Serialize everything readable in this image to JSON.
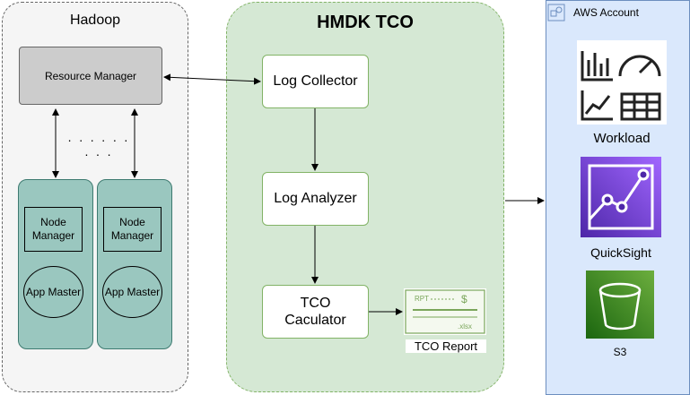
{
  "hadoop": {
    "title": "Hadoop",
    "resource_manager": "Resource Manager",
    "dots": "· · · · · · · · ·",
    "nodes": [
      {
        "node_manager": "Node Manager",
        "app_master": "App Master"
      },
      {
        "node_manager": "Node Manager",
        "app_master": "App Master"
      }
    ]
  },
  "hmdk": {
    "title": "HMDK TCO",
    "log_collector": "Log Collector",
    "log_analyzer": "Log Analyzer",
    "tco_calculator": "TCO Caculator",
    "report": {
      "label": "TCO Report",
      "doc_tag": "RPT",
      "doc_symbol": "$",
      "doc_ext": ".xlsx"
    }
  },
  "aws": {
    "account_label": "AWS Account",
    "services": [
      {
        "label": "Workload",
        "icon": "workload-icon"
      },
      {
        "label": "QuickSight",
        "icon": "quicksight-icon",
        "color": "#8c4fff"
      },
      {
        "label": "S3",
        "icon": "s3-bucket-icon",
        "color": "#3f8624"
      }
    ]
  },
  "colors": {
    "hadoop_bg": "#f5f5f5",
    "hmdk_bg": "#d5e8d4",
    "aws_bg": "#dae8fc",
    "node_fill": "#9ac7bf",
    "resource_manager_fill": "#cccccc"
  }
}
